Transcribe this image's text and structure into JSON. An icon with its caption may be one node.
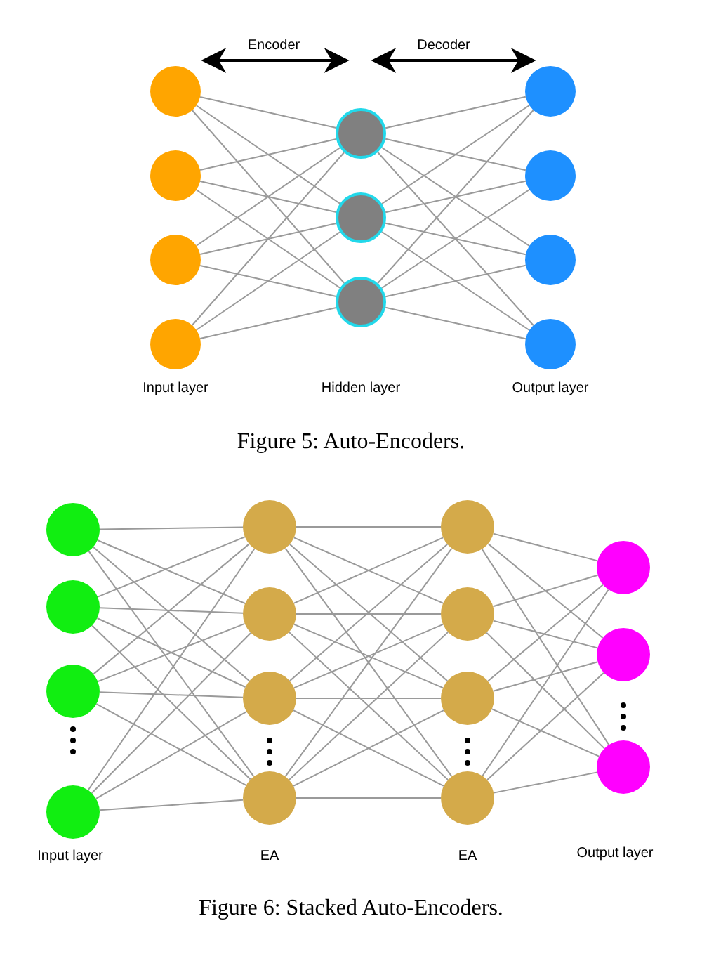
{
  "diagram": {
    "nodes": [
      {
        "text": [],
        "shape": "circle"
      },
      {
        "text": [],
        "shape": "circle"
      },
      {
        "text": [],
        "shape": "circle"
      },
      {
        "text": [],
        "shape": "circle"
      },
      {
        "text": [],
        "shape": "circle"
      },
      {
        "text": [],
        "shape": "circle"
      },
      {
        "text": [],
        "shape": "circle"
      },
      {
        "text": [],
        "shape": "circle"
      },
      {
        "text": [],
        "shape": "circle"
      },
      {
        "text": [],
        "shape": "circle"
      },
      {
        "text": [],
        "shape": "circle"
      },
      {
        "text": [],
        "shape": "circle"
      },
      {
        "text": [],
        "shape": "circle"
      },
      {
        "text": [],
        "shape": "circle"
      },
      {
        "text": [],
        "shape": "circle"
      },
      {
        "text": [],
        "shape": "circle"
      },
      {
        "text": [],
        "shape": "circle"
      },
      {
        "text": [],
        "shape": "circle"
      },
      {
        "text": [],
        "shape": "circle"
      },
      {
        "text": [],
        "shape": "circle"
      },
      {
        "text": [],
        "shape": "circle"
      },
      {
        "text": [],
        "shape": "circle"
      },
      {
        "text": [],
        "shape": "circle"
      },
      {
        "text": [],
        "shape": "circle"
      },
      {
        "text": [],
        "shape": "circle"
      },
      {
        "text": [],
        "shape": "circle"
      }
    ],
    "edges": [
      {
        "from": 0,
        "to": 4,
        "arrow": "none"
      },
      {
        "from": 0,
        "to": 5,
        "arrow": "none"
      },
      {
        "from": 0,
        "to": 6,
        "arrow": "none"
      },
      {
        "from": 1,
        "to": 4,
        "arrow": "none"
      },
      {
        "from": 1,
        "to": 5,
        "arrow": "none"
      },
      {
        "from": 1,
        "to": 6,
        "arrow": "none"
      },
      {
        "from": 2,
        "to": 4,
        "arrow": "none"
      },
      {
        "from": 2,
        "to": 5,
        "arrow": "none"
      },
      {
        "from": 2,
        "to": 6,
        "arrow": "none"
      },
      {
        "from": 3,
        "to": 4,
        "arrow": "none"
      },
      {
        "from": 3,
        "to": 5,
        "arrow": "none"
      },
      {
        "from": 3,
        "to": 6,
        "arrow": "none"
      },
      {
        "from": 4,
        "to": 7,
        "arrow": "none"
      },
      {
        "from": 4,
        "to": 8,
        "arrow": "none"
      },
      {
        "from": 4,
        "to": 9,
        "arrow": "none"
      },
      {
        "from": 4,
        "to": 10,
        "arrow": "none"
      },
      {
        "from": 5,
        "to": 7,
        "arrow": "none"
      },
      {
        "from": 5,
        "to": 8,
        "arrow": "none"
      },
      {
        "from": 5,
        "to": 9,
        "arrow": "none"
      },
      {
        "from": 5,
        "to": 10,
        "arrow": "none"
      },
      {
        "from": 6,
        "to": 7,
        "arrow": "none"
      },
      {
        "from": 6,
        "to": 8,
        "arrow": "none"
      },
      {
        "from": 6,
        "to": 9,
        "arrow": "none"
      },
      {
        "from": 6,
        "to": 10,
        "arrow": "none"
      },
      {
        "from": 11,
        "to": 15,
        "arrow": "none"
      },
      {
        "from": 11,
        "to": 16,
        "arrow": "none"
      },
      {
        "from": 11,
        "to": 17,
        "arrow": "none"
      },
      {
        "from": 11,
        "to": 18,
        "arrow": "none"
      },
      {
        "from": 12,
        "to": 15,
        "arrow": "none"
      },
      {
        "from": 12,
        "to": 16,
        "arrow": "none"
      },
      {
        "from": 12,
        "to": 17,
        "arrow": "none"
      },
      {
        "from": 12,
        "to": 18,
        "arrow": "none"
      },
      {
        "from": 13,
        "to": 15,
        "arrow": "none"
      },
      {
        "from": 13,
        "to": 16,
        "arrow": "none"
      },
      {
        "from": 13,
        "to": 17,
        "arrow": "none"
      },
      {
        "from": 13,
        "to": 18,
        "arrow": "none"
      },
      {
        "from": 14,
        "to": 15,
        "arrow": "none"
      },
      {
        "from": 14,
        "to": 16,
        "arrow": "none"
      },
      {
        "from": 14,
        "to": 17,
        "arrow": "none"
      },
      {
        "from": 14,
        "to": 18,
        "arrow": "none"
      },
      {
        "from": 15,
        "to": 19,
        "arrow": "none"
      },
      {
        "from": 15,
        "to": 20,
        "arrow": "none"
      },
      {
        "from": 15,
        "to": 21,
        "arrow": "none"
      },
      {
        "from": 15,
        "to": 22,
        "arrow": "none"
      },
      {
        "from": 16,
        "to": 19,
        "arrow": "none"
      },
      {
        "from": 16,
        "to": 20,
        "arrow": "none"
      },
      {
        "from": 16,
        "to": 21,
        "arrow": "none"
      },
      {
        "from": 16,
        "to": 22,
        "arrow": "none"
      },
      {
        "from": 17,
        "to": 19,
        "arrow": "none"
      },
      {
        "from": 17,
        "to": 20,
        "arrow": "none"
      },
      {
        "from": 17,
        "to": 21,
        "arrow": "none"
      },
      {
        "from": 17,
        "to": 22,
        "arrow": "none"
      },
      {
        "from": 18,
        "to": 19,
        "arrow": "none"
      },
      {
        "from": 18,
        "to": 20,
        "arrow": "none"
      },
      {
        "from": 18,
        "to": 21,
        "arrow": "none"
      },
      {
        "from": 18,
        "to": 22,
        "arrow": "none"
      },
      {
        "from": 19,
        "to": 23,
        "arrow": "none"
      },
      {
        "from": 19,
        "to": 24,
        "arrow": "none"
      },
      {
        "from": 19,
        "to": 25,
        "arrow": "none"
      },
      {
        "from": 20,
        "to": 23,
        "arrow": "none"
      },
      {
        "from": 20,
        "to": 24,
        "arrow": "none"
      },
      {
        "from": 20,
        "to": 25,
        "arrow": "none"
      },
      {
        "from": 21,
        "to": 23,
        "arrow": "none"
      },
      {
        "from": 21,
        "to": 24,
        "arrow": "none"
      },
      {
        "from": 21,
        "to": 25,
        "arrow": "none"
      },
      {
        "from": 22,
        "to": 23,
        "arrow": "none"
      },
      {
        "from": 22,
        "to": 24,
        "arrow": "none"
      },
      {
        "from": 22,
        "to": 25,
        "arrow": "none"
      }
    ],
    "labels": [
      "Encoder",
      "Decoder",
      "Input layer",
      "Hidden layer",
      "Output layer",
      "Figure 5: Auto-Encoders.",
      "Input layer",
      "EA",
      "EA",
      "Output layer",
      "Figure 6: Stacked Auto-Encoders."
    ]
  }
}
